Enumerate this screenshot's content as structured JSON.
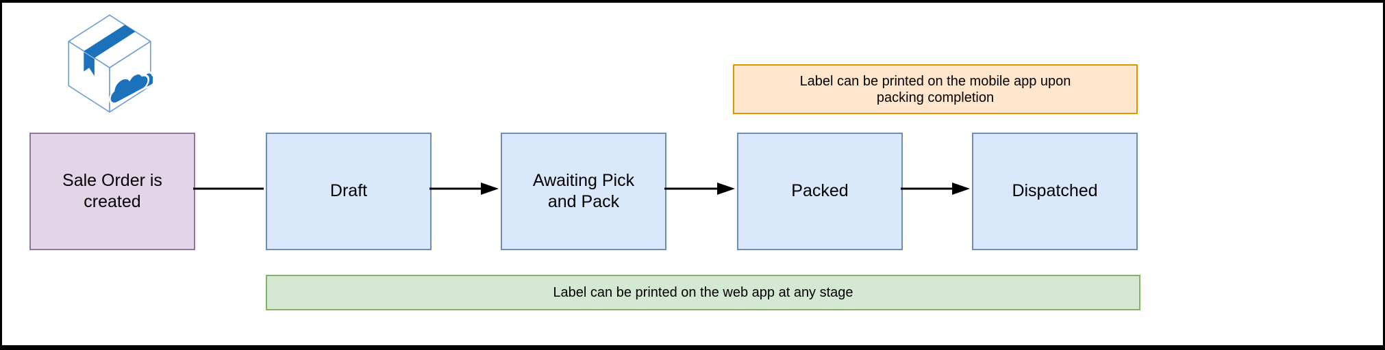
{
  "logo": {
    "name": "cloud-box-logo",
    "brand_blue": "#1c72ba",
    "outline_blue": "#6b9fd6"
  },
  "flow": {
    "nodes": [
      {
        "id": "sale-order",
        "label": "Sale Order is created",
        "fill": "#e1d5e7",
        "border": "#9673a6"
      },
      {
        "id": "draft",
        "label": "Draft",
        "fill": "#dae8fc",
        "border": "#6c8ebf"
      },
      {
        "id": "awaiting",
        "label": "Awaiting Pick and Pack",
        "fill": "#dae8fc",
        "border": "#6c8ebf"
      },
      {
        "id": "packed",
        "label": "Packed",
        "fill": "#dae8fc",
        "border": "#6c8ebf"
      },
      {
        "id": "dispatched",
        "label": "Dispatched",
        "fill": "#dae8fc",
        "border": "#6c8ebf"
      }
    ],
    "connector_color": "#000000"
  },
  "notes": {
    "mobile_note": {
      "text": "Label can be printed on the mobile app upon packing completion",
      "fill": "#ffe6cc",
      "border": "#d79b00"
    },
    "web_note": {
      "text": "Label can be printed on the web app at any stage",
      "fill": "#d5e8d4",
      "border": "#82b366"
    }
  }
}
